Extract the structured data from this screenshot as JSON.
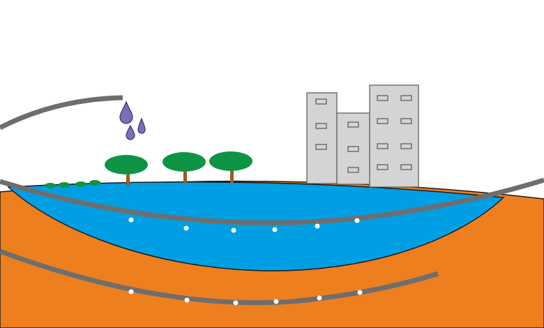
{
  "diagram": {
    "colors": {
      "background": "#ffffff",
      "soil": "#ee7f1f",
      "aquifer_water": "#009fe3",
      "pipe": "#6e6e6e",
      "pipe_hole": "#ffffff",
      "rain_drop": "#7a6fb5",
      "rain_drop_outline": "#3b2f78",
      "tree_canopy": "#0e9444",
      "tree_trunk": "#9c5a2a",
      "shrub": "#0e9444",
      "building_fill": "#d4d4d4",
      "building_outline": "#555555",
      "window_fill": "#d4d4d4",
      "outline": "#1a1a1a"
    },
    "elements": {
      "rain_drops": 3,
      "trees": 3,
      "shrubs": 4,
      "buildings": 3,
      "pipes": 3,
      "upper_pipe_holes": 6,
      "lower_pipe_holes": 6
    }
  }
}
